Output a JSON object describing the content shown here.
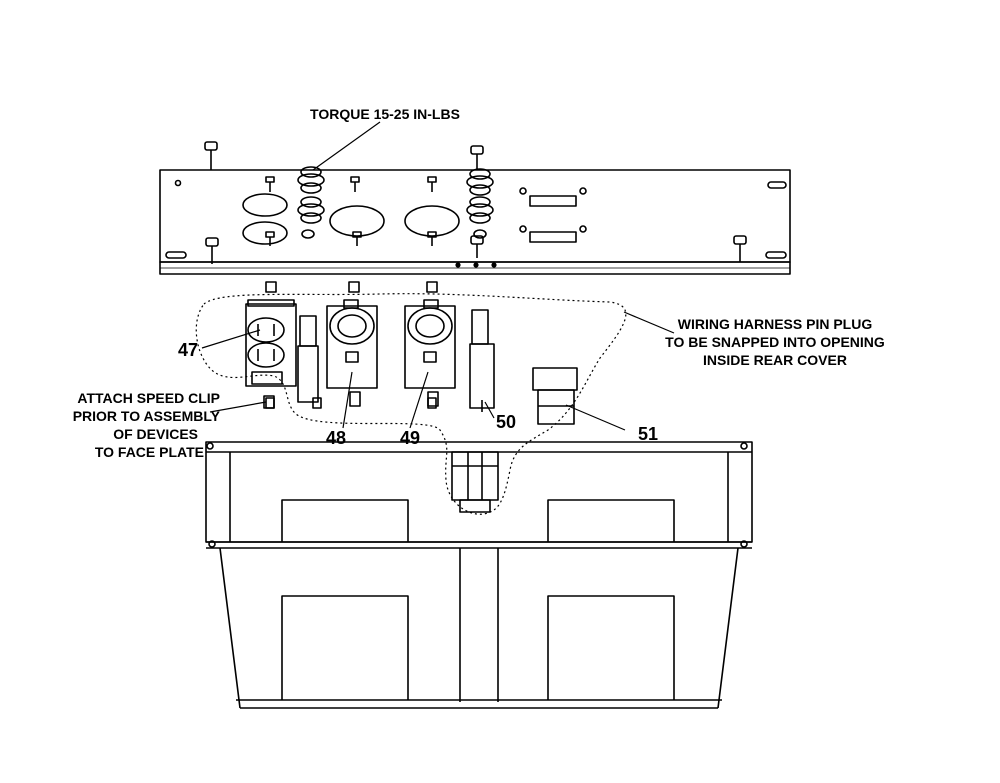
{
  "annotations": {
    "torque": "TORQUE 15-25 IN-LBS",
    "wiring_line1": "WIRING HARNESS PIN PLUG",
    "wiring_line2": "TO BE SNAPPED INTO OPENING",
    "wiring_line3": "INSIDE REAR COVER",
    "speed_line1": "ATTACH SPEED CLIP",
    "speed_line2": "PRIOR TO ASSEMBLY",
    "speed_line3": "OF DEVICES",
    "speed_line4": "TO FACE PLATE"
  },
  "callouts": {
    "c47": "47",
    "c48": "48",
    "c49": "49",
    "c50": "50",
    "c51": "51"
  }
}
